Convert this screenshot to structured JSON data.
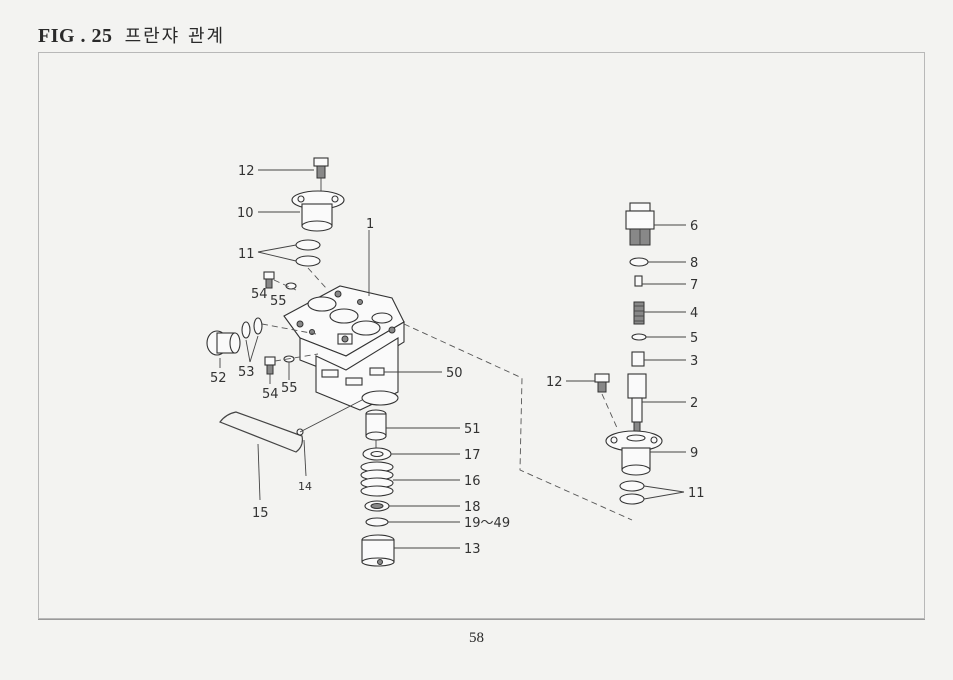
{
  "header": {
    "fig_label": "FIG . 25",
    "title_korean": "프란쟈 관계"
  },
  "footer": {
    "page_number": "58"
  },
  "callouts": {
    "c1": "1",
    "c12a": "12",
    "c10": "10",
    "c11a": "11",
    "c54a": "54",
    "c55a": "55",
    "c53": "53",
    "c52": "52",
    "c54b": "54",
    "c55b": "55",
    "c50": "50",
    "c51": "51",
    "c17": "17",
    "c16": "16",
    "c18": "18",
    "c19_49": "19～49",
    "c13": "13",
    "c14": "14",
    "c15": "15",
    "c6": "6",
    "c8": "8",
    "c7": "7",
    "c4": "4",
    "c5": "5",
    "c3": "3",
    "c12b": "12",
    "c2": "2",
    "c9": "9",
    "c11b": "11"
  }
}
